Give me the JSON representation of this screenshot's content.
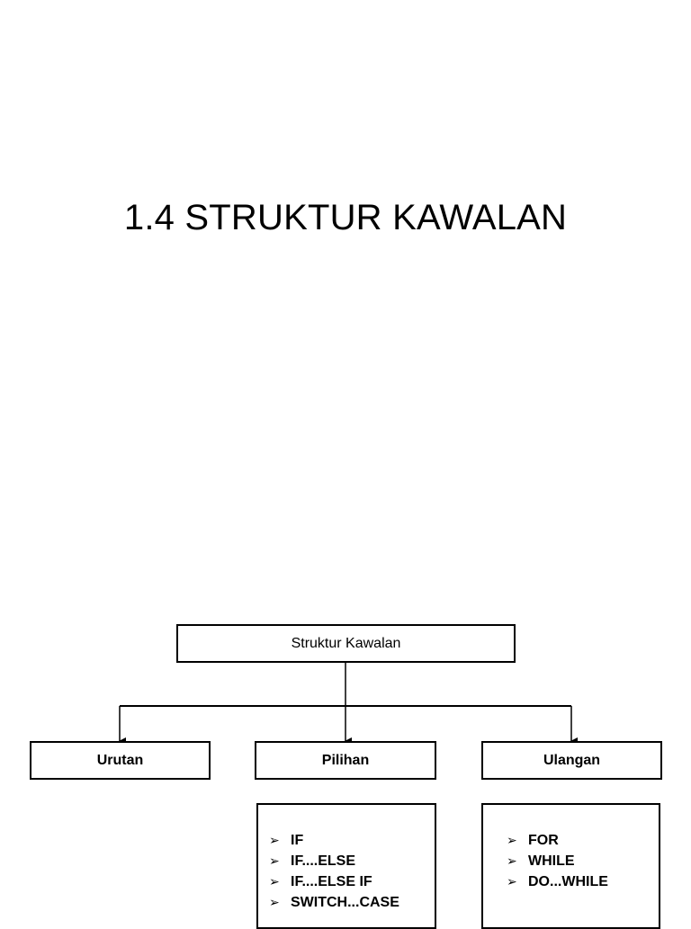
{
  "slide": {
    "title": "1.4 STRUKTUR KAWALAN"
  },
  "diagram": {
    "root": "Struktur Kawalan",
    "branches": [
      {
        "label": "Urutan",
        "items": []
      },
      {
        "label": "Pilihan",
        "items": [
          "IF",
          "IF....ELSE",
          "IF....ELSE IF",
          "SWITCH...CASE"
        ]
      },
      {
        "label": "Ulangan",
        "items": [
          "FOR",
          "WHILE",
          "DO...WHILE"
        ]
      }
    ],
    "bullet_glyph": "➢"
  }
}
